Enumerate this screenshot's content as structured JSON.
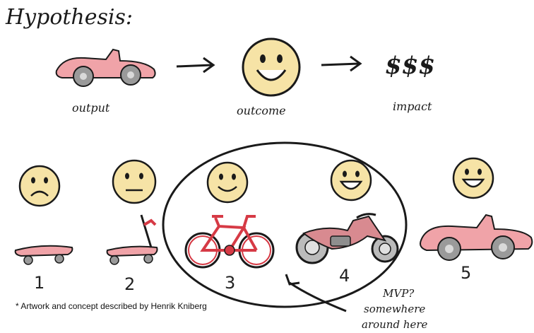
{
  "title": "Hypothesis:",
  "chain": {
    "output_label": "output",
    "outcome_label": "outcome",
    "impact_label": "impact",
    "impact_symbols": "$$$"
  },
  "steps": [
    {
      "number": "1",
      "vehicle": "skateboard",
      "mood": "sad"
    },
    {
      "number": "2",
      "vehicle": "scooter",
      "mood": "neutral"
    },
    {
      "number": "3",
      "vehicle": "bicycle",
      "mood": "smile"
    },
    {
      "number": "4",
      "vehicle": "motorcycle",
      "mood": "happy"
    },
    {
      "number": "5",
      "vehicle": "car",
      "mood": "happy"
    }
  ],
  "mvp_note": {
    "line1": "MVP?",
    "line2": "somewhere",
    "line3": "around here"
  },
  "footnote": "* Artwork and concept described by Henrik Kniberg",
  "colors": {
    "face_fill": "#f6e3a6",
    "car_pink": "#f0a3a8",
    "bike_red": "#d63a45",
    "ink": "#1a1a1a",
    "wheel_gray": "#9a9a9a"
  }
}
